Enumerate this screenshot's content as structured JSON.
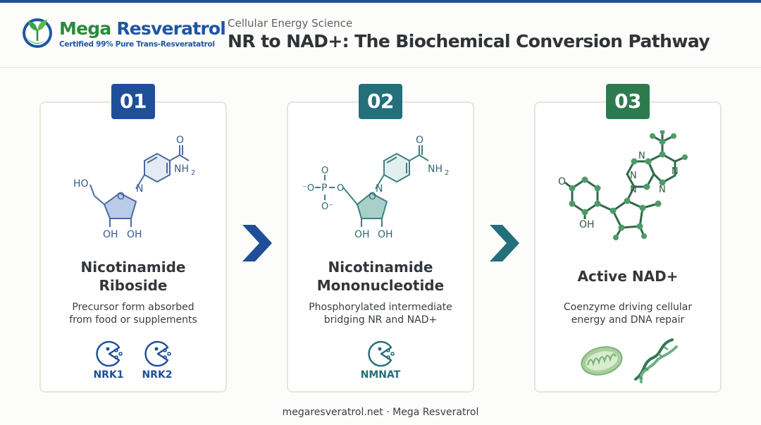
{
  "brand": {
    "name_part1": "Mega ",
    "name_part2": "Resveratrol",
    "tagline": "Certified 99% Pure Trans-Resveratatrol"
  },
  "header": {
    "eyebrow": "Cellular Energy Science",
    "title": "NR to NAD+: The Biochemical Conversion Pathway"
  },
  "steps": [
    {
      "number": "01",
      "title_lines": [
        "Nicotinamide",
        "Riboside"
      ],
      "desc_lines": [
        "Precursor form absorbed",
        "from food or supplements"
      ],
      "enzymes": [
        "NRK1",
        "NRK2"
      ],
      "accent": "#1f4f99",
      "molecule_labels": {
        "amide_o": "O",
        "nh2": "NH",
        "nh2_sub": "2",
        "n": "N",
        "ho": "HO",
        "ring_o": "O",
        "oh1": "OH",
        "oh2": "OH"
      }
    },
    {
      "number": "02",
      "title_lines": [
        "Nicotinamide",
        "Mononucleotide"
      ],
      "desc_lines": [
        "Phosphorylated intermediate",
        "bridging NR and NAD+"
      ],
      "enzymes": [
        "NMNAT"
      ],
      "accent": "#236f7a",
      "molecule_labels": {
        "amide_o": "O",
        "nh2": "NH",
        "nh2_sub": "2",
        "n": "N",
        "p": "P",
        "o_top": "O",
        "o_left": "⁻O",
        "o_bottom": "O⁻",
        "o_link": "O",
        "ring_o": "O",
        "oh1": "OH",
        "oh2": "OH"
      }
    },
    {
      "number": "03",
      "title_lines": [
        "Active NAD+"
      ],
      "desc_lines": [
        "Coenzyme driving cellular",
        "energy and DNA repair"
      ],
      "enzymes": [],
      "accent": "#2e7a4f",
      "molecule_labels": {
        "o": "O",
        "oh": "OH",
        "n1": "N",
        "n2": "N",
        "n3": "N",
        "n4": "N",
        "n5": "N"
      }
    }
  ],
  "icons": {
    "logo": "leaf-globe-logo-icon",
    "arrow": "chevron-right-icon",
    "enzyme": "enzyme-pacman-icon",
    "mitochondria": "mitochondria-icon",
    "dna": "dna-helix-icon"
  },
  "colors": {
    "blue": "#1f4f99",
    "teal": "#236f7a",
    "green": "#2e7a4f",
    "brand_green": "#2a8a3c"
  },
  "footer": {
    "text": "megaresveratrol.net · Mega Resveratrol"
  }
}
